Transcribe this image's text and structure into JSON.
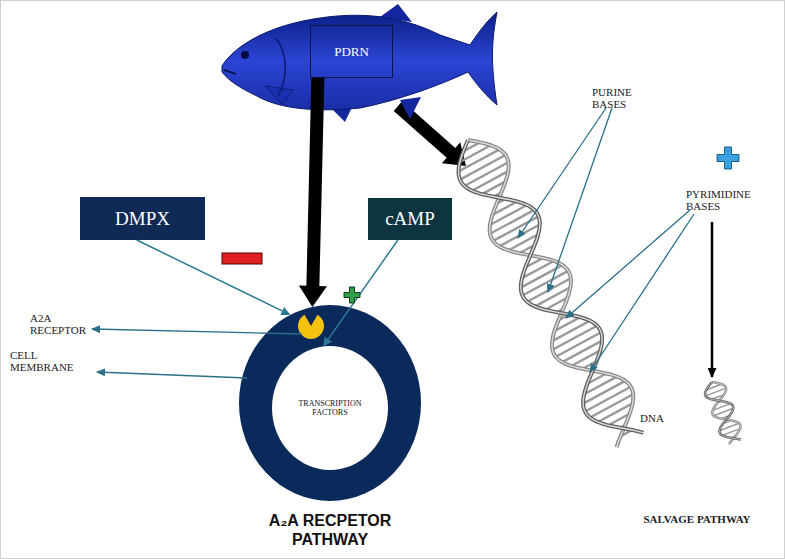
{
  "diagram": {
    "nodes": [
      {
        "text": [
          "PDRN"
        ]
      },
      {
        "text": [
          "DMPX"
        ]
      },
      {
        "text": [
          "cAMP"
        ]
      },
      {
        "text": [
          "A₂A RECPETOR PATHWAY"
        ]
      },
      {
        "text": [
          "TRANSCRIPTION FACTORS"
        ],
        "in": 3
      }
    ],
    "edges": [
      {
        "from": 0,
        "to": 3,
        "arrow": "to"
      },
      {
        "from": 1,
        "to": 3,
        "arrow": "to"
      },
      {
        "from": 2,
        "to": 4,
        "arrow": "to"
      }
    ],
    "labels": [
      "A2A RECEPTOR",
      "CELL MEMBRANE",
      "PURINE BASES",
      "PYRIMIDINE BASES",
      "DNA",
      "SALVAGE PATHWAY"
    ]
  }
}
